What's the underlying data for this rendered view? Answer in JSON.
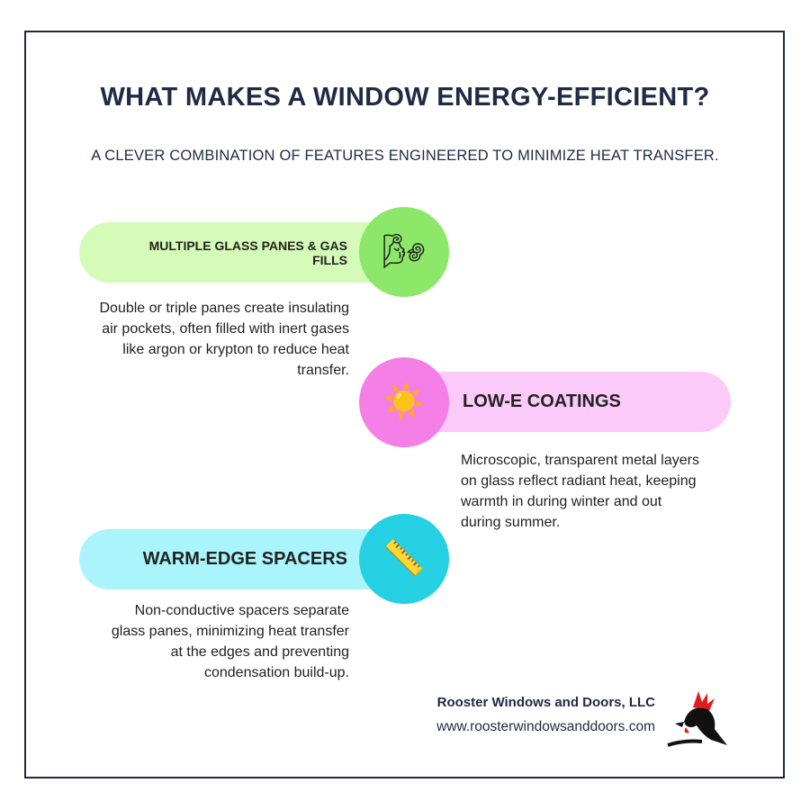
{
  "title": "WHAT MAKES A WINDOW ENERGY-EFFICIENT?",
  "subtitle": "A CLEVER COMBINATION OF FEATURES ENGINEERED TO MINIMIZE HEAT TRANSFER.",
  "features": [
    {
      "title": "MULTIPLE GLASS PANES & GAS FILLS",
      "icon": "wind-face-icon",
      "description": "Double or triple panes create insulating air pockets, often filled with inert gases like argon or krypton to reduce heat transfer.",
      "pill_color": "#d4fbb8",
      "circle_color": "#8de86a"
    },
    {
      "title": "LOW-E COATINGS",
      "icon": "sun-icon",
      "description": "Microscopic, transparent metal layers on glass reflect radiant heat, keeping warmth in during winter and out during summer.",
      "pill_color": "#fccaf8",
      "circle_color": "#f47fe6"
    },
    {
      "title": "WARM-EDGE SPACERS",
      "icon": "ruler-icon",
      "description": "Non-conductive spacers separate glass panes, minimizing heat transfer at the edges and preventing condensation build-up.",
      "pill_color": "#a9f5fb",
      "circle_color": "#25d0e2"
    }
  ],
  "brand": {
    "name": "Rooster Windows and Doors, LLC",
    "url": "www.roosterwindowsanddoors.com"
  }
}
